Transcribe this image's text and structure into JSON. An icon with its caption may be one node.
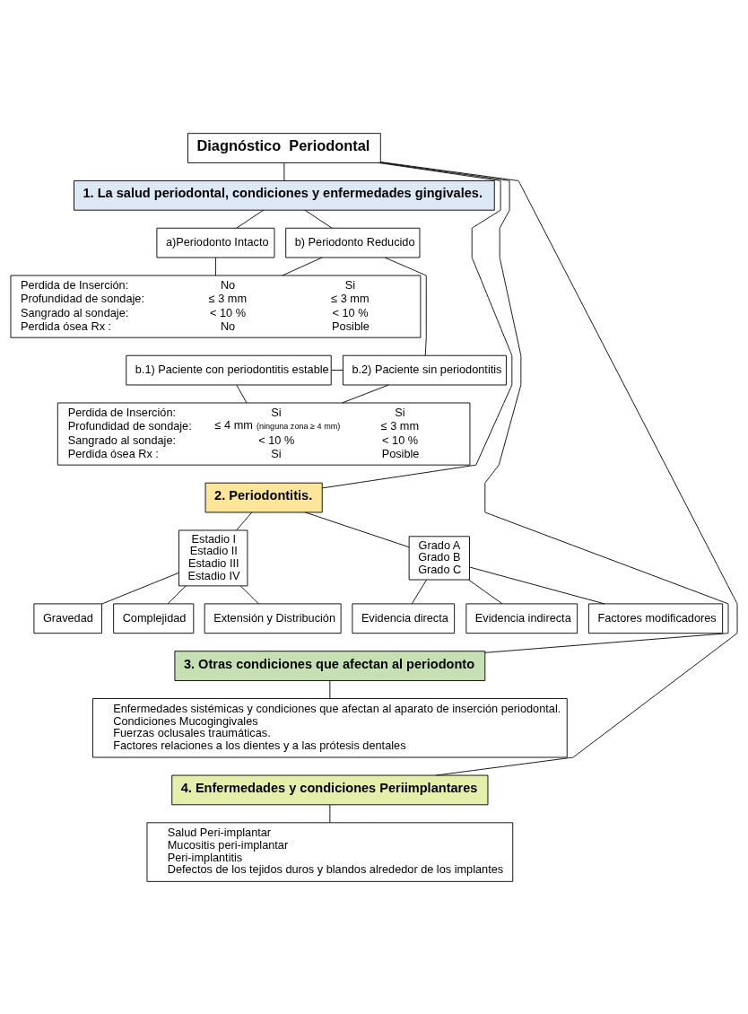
{
  "diagram": {
    "nodes": [
      {
        "text": [
          "Diagnóstico  Periodontal"
        ]
      },
      {
        "text": [
          "1. La salud periodontal, condiciones y enfermedades gingivales."
        ]
      },
      {
        "text": [
          "a)Periodonto Intacto"
        ]
      },
      {
        "text": [
          "b) Periodonto Reducido"
        ]
      },
      {
        "text": [
          "Perdida de Inserción:",
          "No",
          "Si",
          "Profundidad de sondaje:",
          "≤ 3 mm",
          "≤ 3 mm",
          "Sangrado al sondaje:",
          "< 10 %",
          "< 10 %",
          "Perdida ósea Rx :",
          "No",
          "Posible"
        ]
      },
      {
        "text": [
          "b.1) Paciente con periodontitis estable"
        ]
      },
      {
        "text": [
          "b.2) Paciente sin periodontitis"
        ]
      },
      {
        "text": [
          "Perdida de Inserción:",
          "Si",
          "Si",
          "Profundidad de sondaje:",
          "≤ 4 mm",
          "(ninguna zona ≥ 4 mm)",
          "≤ 3 mm",
          "Sangrado al sondaje:",
          "< 10 %",
          "< 10 %",
          "Perdida ósea Rx :",
          "Si",
          "Posible"
        ]
      },
      {
        "text": [
          "2. Periodontitis."
        ]
      },
      {
        "text": [
          "Estadio I",
          "Estadio II",
          "Estadio III",
          "Estadio IV"
        ]
      },
      {
        "text": [
          "Gravedad"
        ]
      },
      {
        "text": [
          "Complejidad"
        ]
      },
      {
        "text": [
          "Extensión y Distribución"
        ]
      },
      {
        "text": [
          "Grado A",
          "Grado B",
          "Grado C"
        ]
      },
      {
        "text": [
          "Evidencia directa"
        ]
      },
      {
        "text": [
          "Evidencia indirecta"
        ]
      },
      {
        "text": [
          "Factores modificadores"
        ]
      },
      {
        "text": [
          "3. Otras condiciones que afectan al periodonto"
        ]
      },
      {
        "text": [
          "Enfermedades sistémicas y condiciones que afectan al aparato de inserción periodontal.",
          "Condiciones Mucogingivales",
          "Fuerzas oclusales traumáticas.",
          "Factores relaciones a los dientes y a las prótesis dentales"
        ]
      },
      {
        "text": [
          "4. Enfermedades y condiciones Periimplantares"
        ]
      },
      {
        "text": [
          "Salud Peri-implantar",
          "Mucositis peri-implantar",
          "Peri-implantitis",
          "Defectos de los tejidos duros y blandos alrededor de los implantes"
        ]
      }
    ],
    "edges": [
      {
        "from": 0,
        "to": 1,
        "arrow": "none"
      },
      {
        "from": 0,
        "to": 8,
        "arrow": "none"
      },
      {
        "from": 0,
        "to": 17,
        "arrow": "none"
      },
      {
        "from": 0,
        "to": 19,
        "arrow": "none"
      },
      {
        "from": 1,
        "to": 2,
        "arrow": "none"
      },
      {
        "from": 1,
        "to": 3,
        "arrow": "none"
      },
      {
        "from": 2,
        "to": 4,
        "arrow": "none"
      },
      {
        "from": 3,
        "to": 4,
        "arrow": "none"
      },
      {
        "from": 3,
        "to": 6,
        "arrow": "none"
      },
      {
        "from": 5,
        "to": 6,
        "arrow": "none"
      },
      {
        "from": 5,
        "to": 7,
        "arrow": "none"
      },
      {
        "from": 6,
        "to": 7,
        "arrow": "none"
      },
      {
        "from": 8,
        "to": 9,
        "arrow": "none"
      },
      {
        "from": 8,
        "to": 13,
        "arrow": "none"
      },
      {
        "from": 9,
        "to": 10,
        "arrow": "none"
      },
      {
        "from": 9,
        "to": 11,
        "arrow": "none"
      },
      {
        "from": 9,
        "to": 12,
        "arrow": "none"
      },
      {
        "from": 13,
        "to": 14,
        "arrow": "none"
      },
      {
        "from": 13,
        "to": 15,
        "arrow": "none"
      },
      {
        "from": 13,
        "to": 16,
        "arrow": "none"
      },
      {
        "from": 17,
        "to": 18,
        "arrow": "none"
      },
      {
        "from": 19,
        "to": 20,
        "arrow": "none"
      }
    ]
  }
}
